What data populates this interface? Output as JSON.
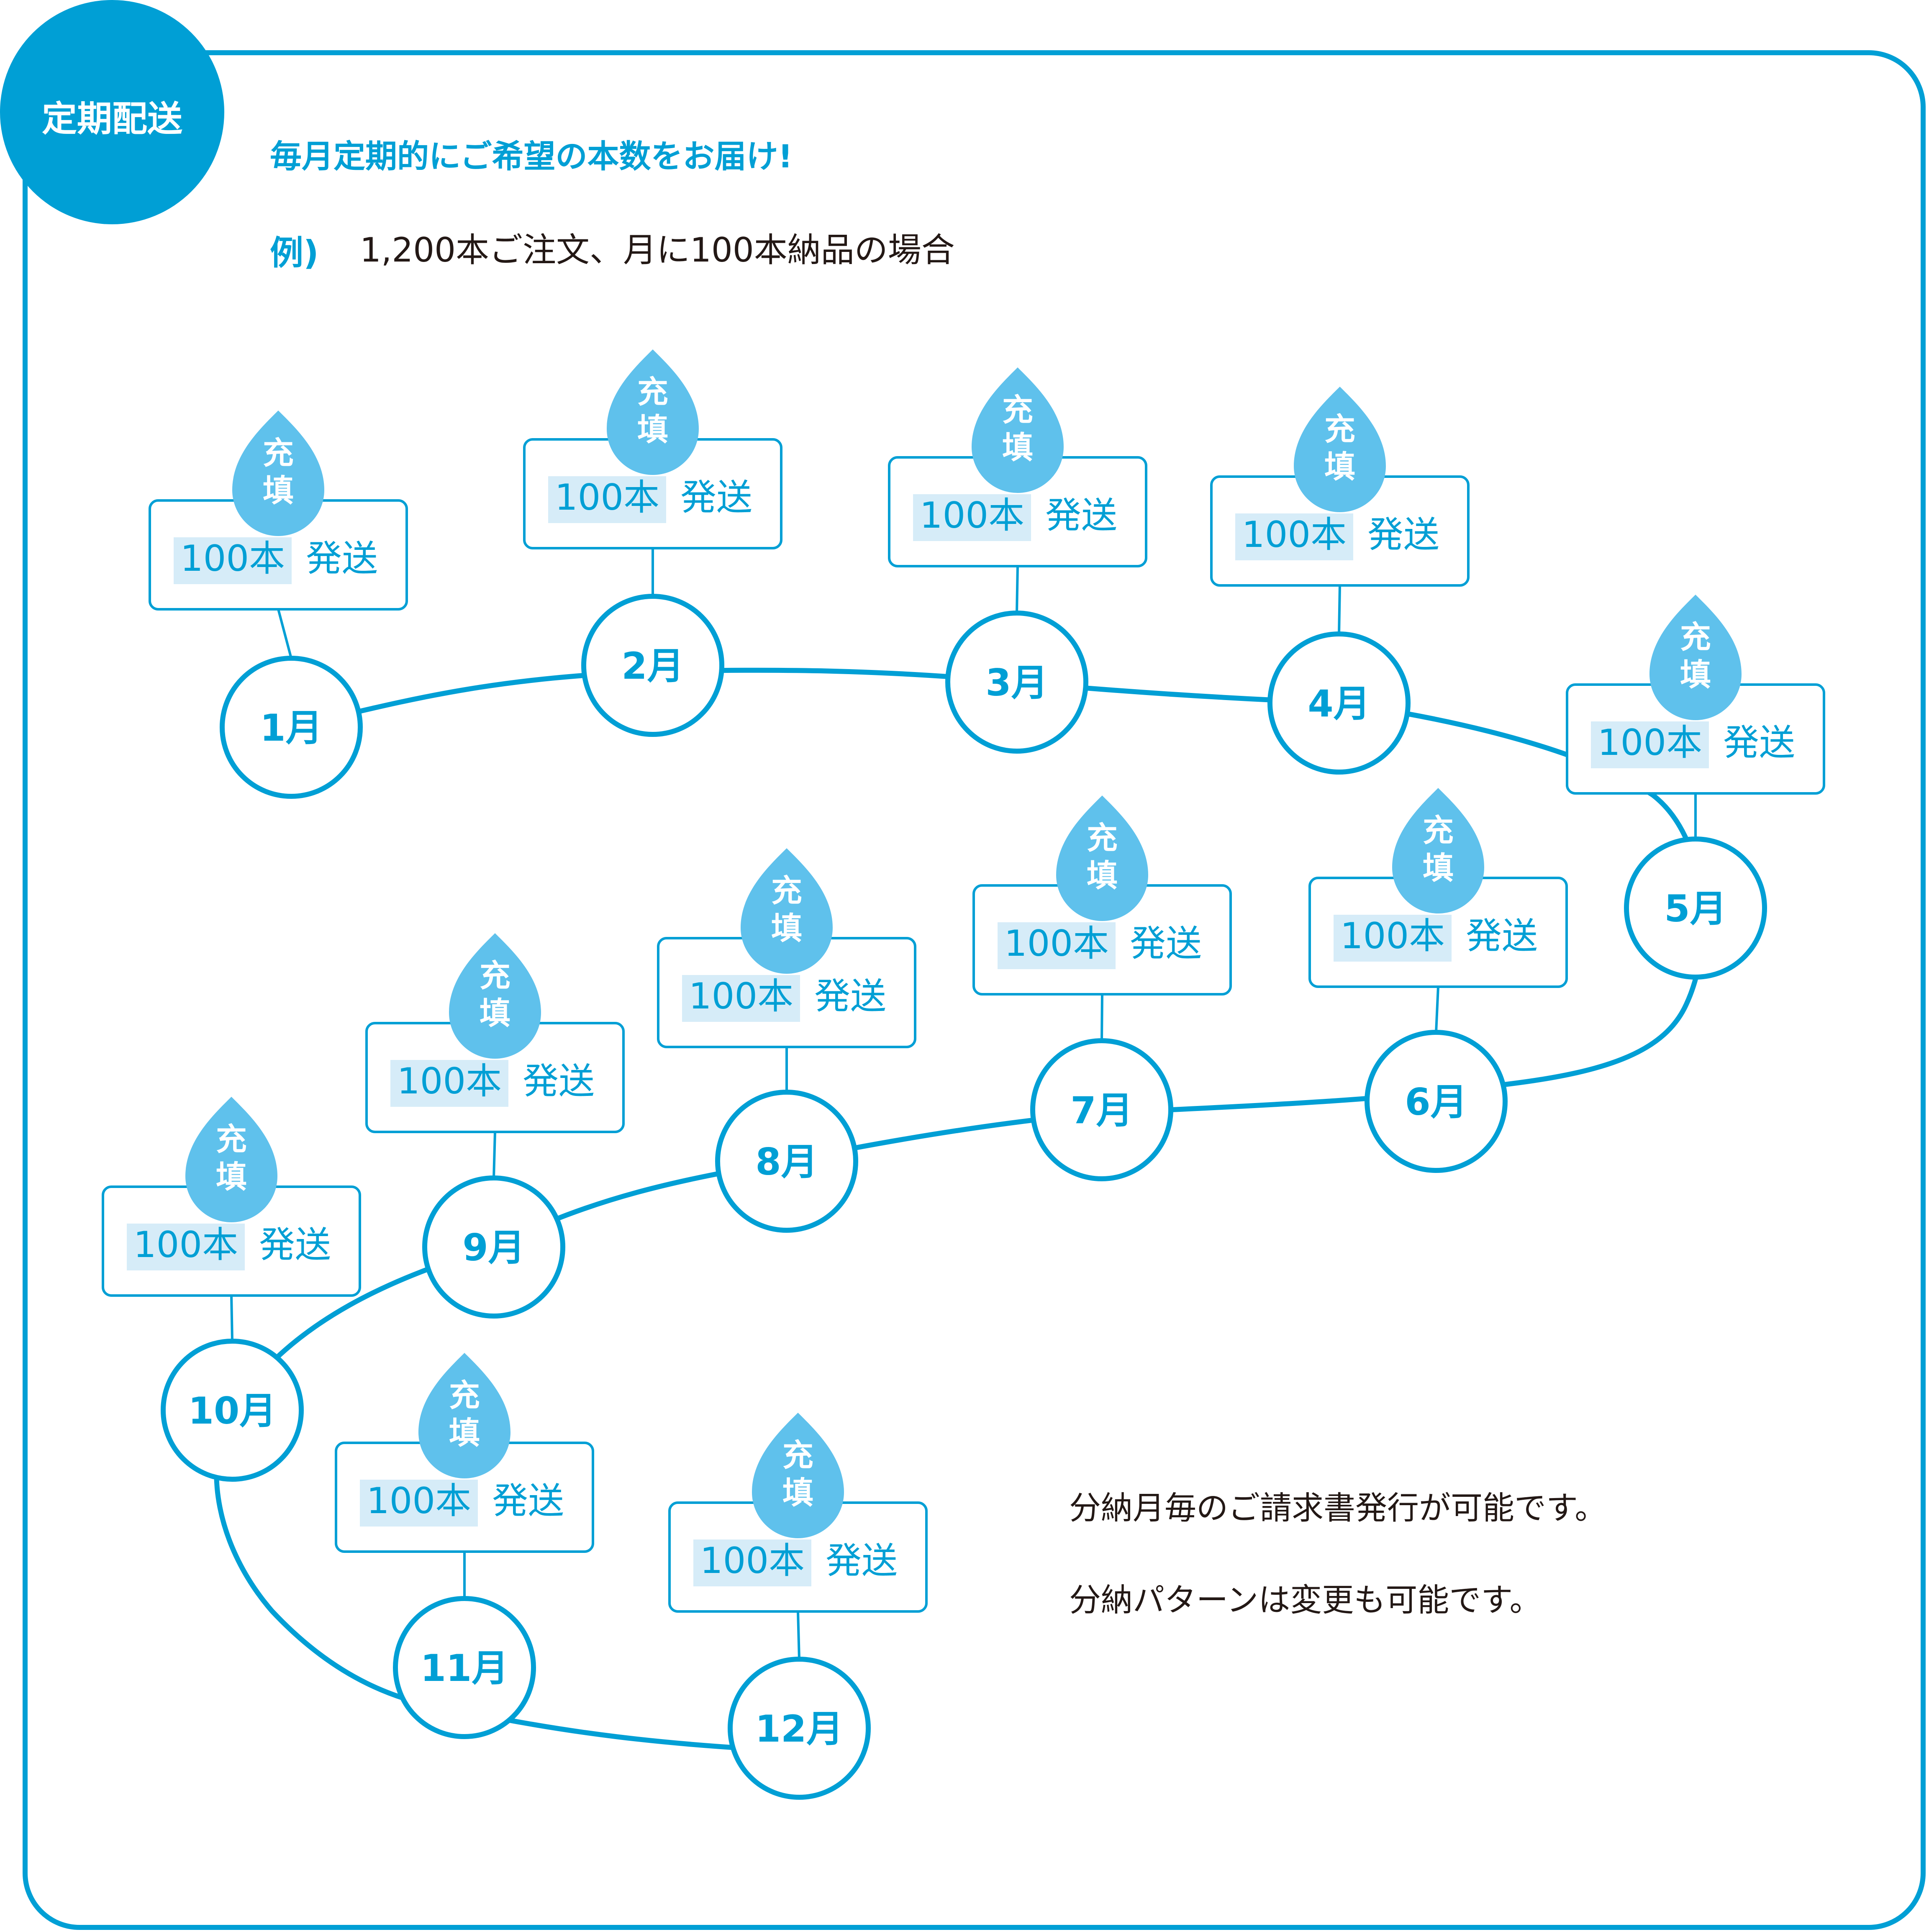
{
  "badge": {
    "label": "定期配送"
  },
  "headline": "毎月定期的にご希望の本数をお届け!",
  "example": {
    "prefix": "例)",
    "text": "1,200本ご注文、月に100本納品の場合"
  },
  "drop_label": [
    "充",
    "填"
  ],
  "shipment": {
    "quantity": "100本",
    "action": "発送"
  },
  "months": [
    {
      "label": "1月"
    },
    {
      "label": "2月"
    },
    {
      "label": "3月"
    },
    {
      "label": "4月"
    },
    {
      "label": "5月"
    },
    {
      "label": "6月"
    },
    {
      "label": "7月"
    },
    {
      "label": "8月"
    },
    {
      "label": "9月"
    },
    {
      "label": "10月"
    },
    {
      "label": "11月"
    },
    {
      "label": "12月"
    }
  ],
  "notes": [
    "分納月毎のご請求書発行が可能です。",
    "分納パターンは変更も可能です。"
  ],
  "colors": {
    "primary": "#009fd5",
    "drop": "#5fc1ec",
    "highlight": "#d6ecf8",
    "text": "#231815",
    "white": "#ffffff"
  }
}
